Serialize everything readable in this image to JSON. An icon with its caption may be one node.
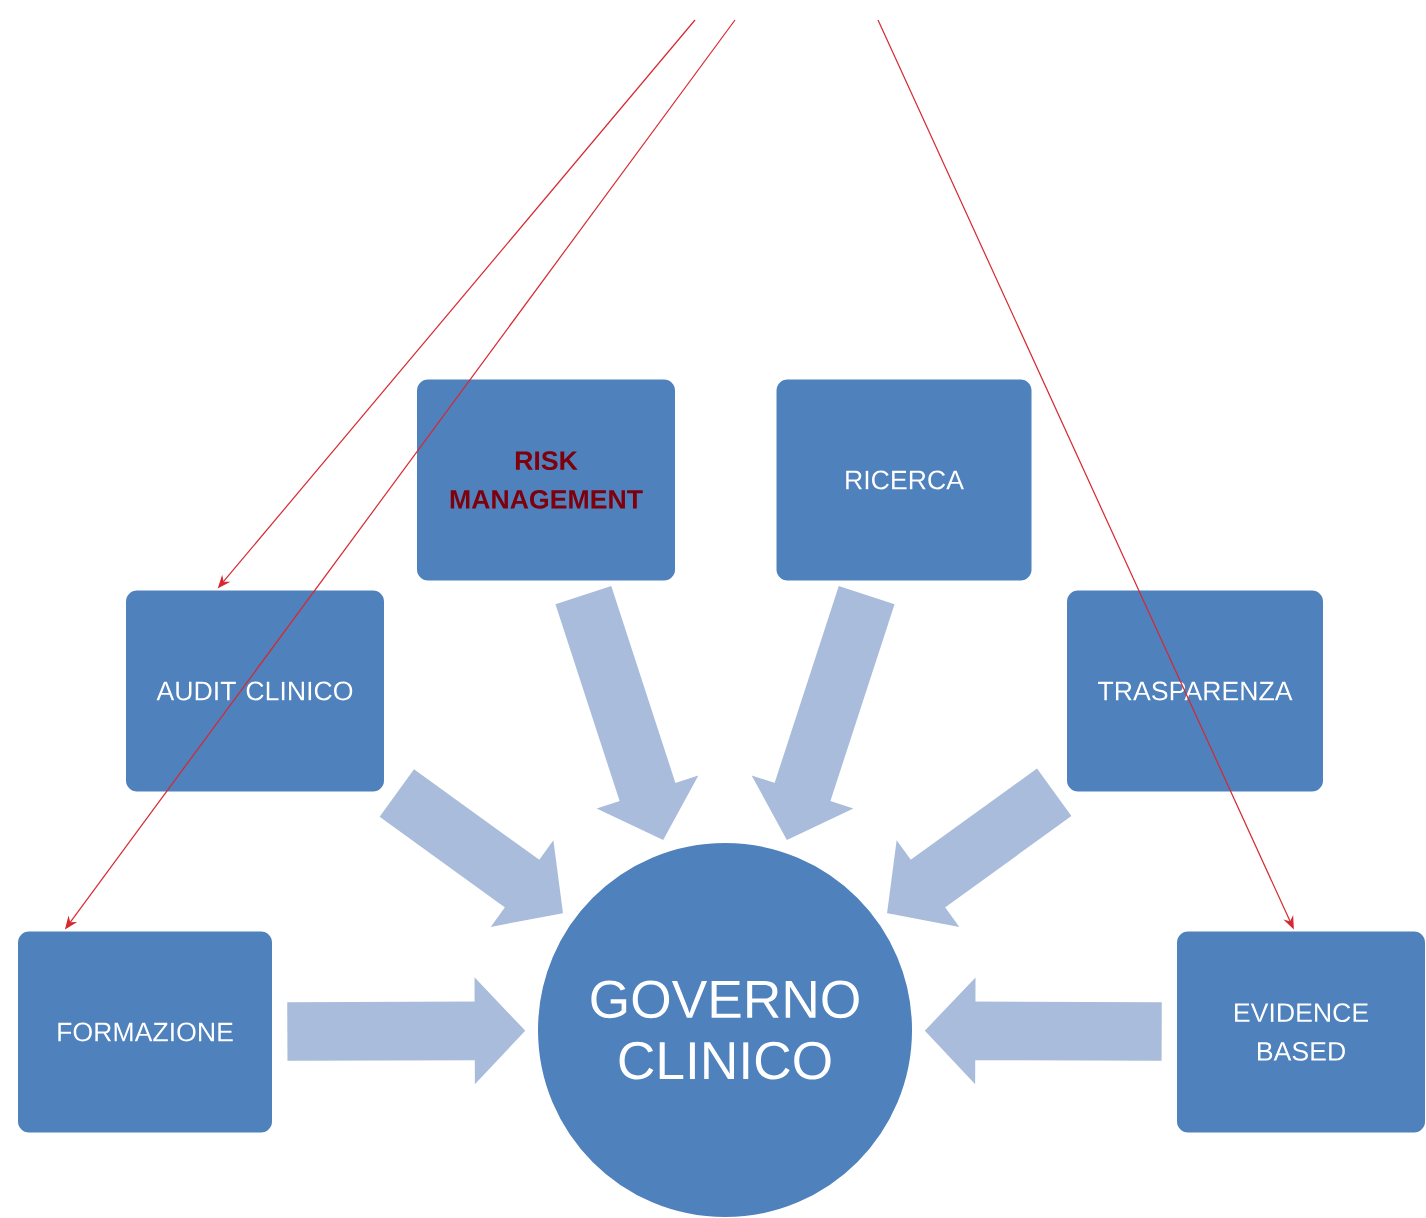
{
  "diagram": {
    "nodes": [
      {
        "text": [
          "RISK MANAGEMENT"
        ]
      },
      {
        "text": [
          "RICERCA"
        ]
      },
      {
        "text": [
          "AUDIT CLINICO"
        ]
      },
      {
        "text": [
          "TRASPARENZA"
        ]
      },
      {
        "text": [
          "FORMAZIONE"
        ]
      },
      {
        "text": [
          "GOVERNO CLINICO"
        ]
      },
      {
        "text": [
          "EVIDENCE BASED"
        ]
      }
    ],
    "edges": [
      {
        "from": 0,
        "to": 5,
        "arrow": "to"
      },
      {
        "from": 1,
        "to": 5,
        "arrow": "to"
      },
      {
        "from": 2,
        "to": 5,
        "arrow": "to"
      },
      {
        "from": 3,
        "to": 5,
        "arrow": "to"
      },
      {
        "from": 4,
        "to": 5,
        "arrow": "to"
      },
      {
        "from": 6,
        "to": 5,
        "arrow": "to"
      },
      {
        "from": null,
        "to": 2,
        "arrow": "to",
        "color": "#d62830"
      },
      {
        "from": null,
        "to": 4,
        "arrow": "to",
        "color": "#d62830"
      },
      {
        "from": null,
        "to": 6,
        "arrow": "to",
        "color": "#d62830"
      }
    ]
  }
}
